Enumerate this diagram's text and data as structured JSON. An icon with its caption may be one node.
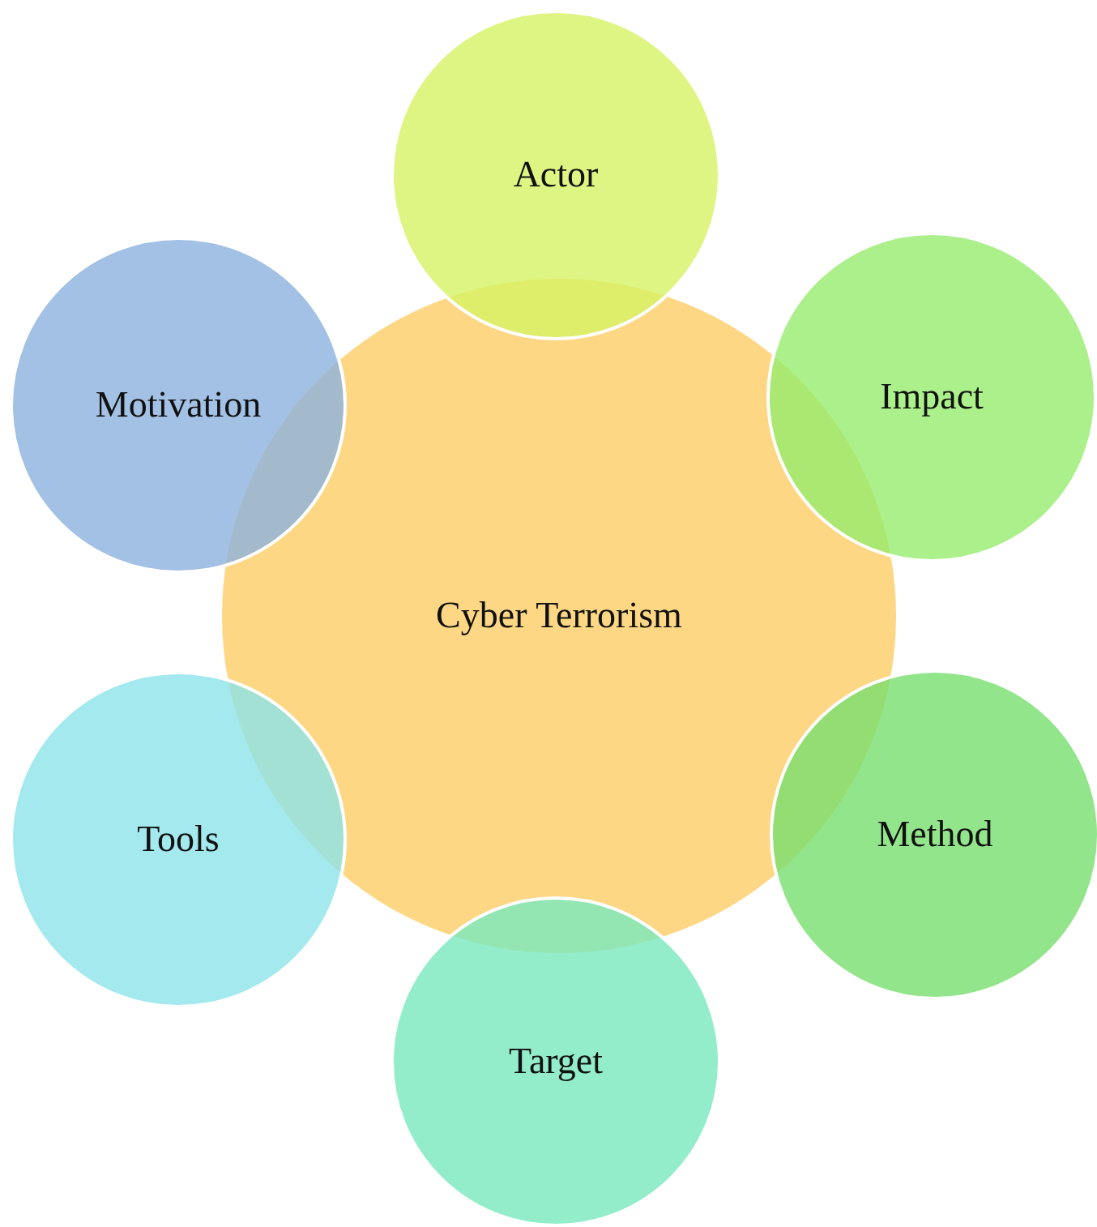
{
  "diagram": {
    "nodes": [
      {
        "text": [
          "Cyber Terrorism"
        ]
      },
      {
        "text": [
          "Actor"
        ]
      },
      {
        "text": [
          "Impact"
        ]
      },
      {
        "text": [
          "Method"
        ]
      },
      {
        "text": [
          "Target"
        ]
      },
      {
        "text": [
          "Tools"
        ]
      },
      {
        "text": [
          "Motivation"
        ]
      }
    ]
  }
}
